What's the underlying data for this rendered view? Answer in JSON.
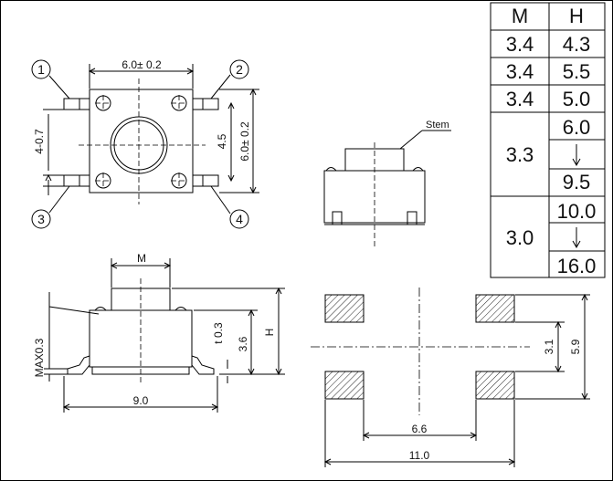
{
  "table": {
    "header": {
      "m": "M",
      "h": "H"
    },
    "rows": [
      {
        "m": "3.4",
        "h": [
          "4.3"
        ]
      },
      {
        "m": "3.4",
        "h": [
          "5.5"
        ]
      },
      {
        "m": "3.4",
        "h": [
          "5.0"
        ]
      },
      {
        "m": "3.3",
        "h": [
          "6.0",
          "9.5"
        ]
      },
      {
        "m": "3.0",
        "h": [
          "10.0",
          "16.0"
        ]
      }
    ]
  },
  "top_view": {
    "pins": [
      "1",
      "2",
      "3",
      "4"
    ],
    "width_dim": "6.0± 0.2",
    "height_dim": "6.0± 0.2",
    "pitch_dim": "4.5",
    "lead_dim": "4-0.7"
  },
  "side_view": {
    "stem_label": "Stem"
  },
  "front_view": {
    "m_label": "M",
    "h_label": "H",
    "base_height": "3.6",
    "thickness": "t 0.3",
    "max_dim": "MAX0.3",
    "width_dim": "9.0"
  },
  "footprint": {
    "inner_dim": "6.6",
    "outer_dim": "11.0",
    "v_inner_dim": "3.1",
    "v_outer_dim": "5.9"
  }
}
